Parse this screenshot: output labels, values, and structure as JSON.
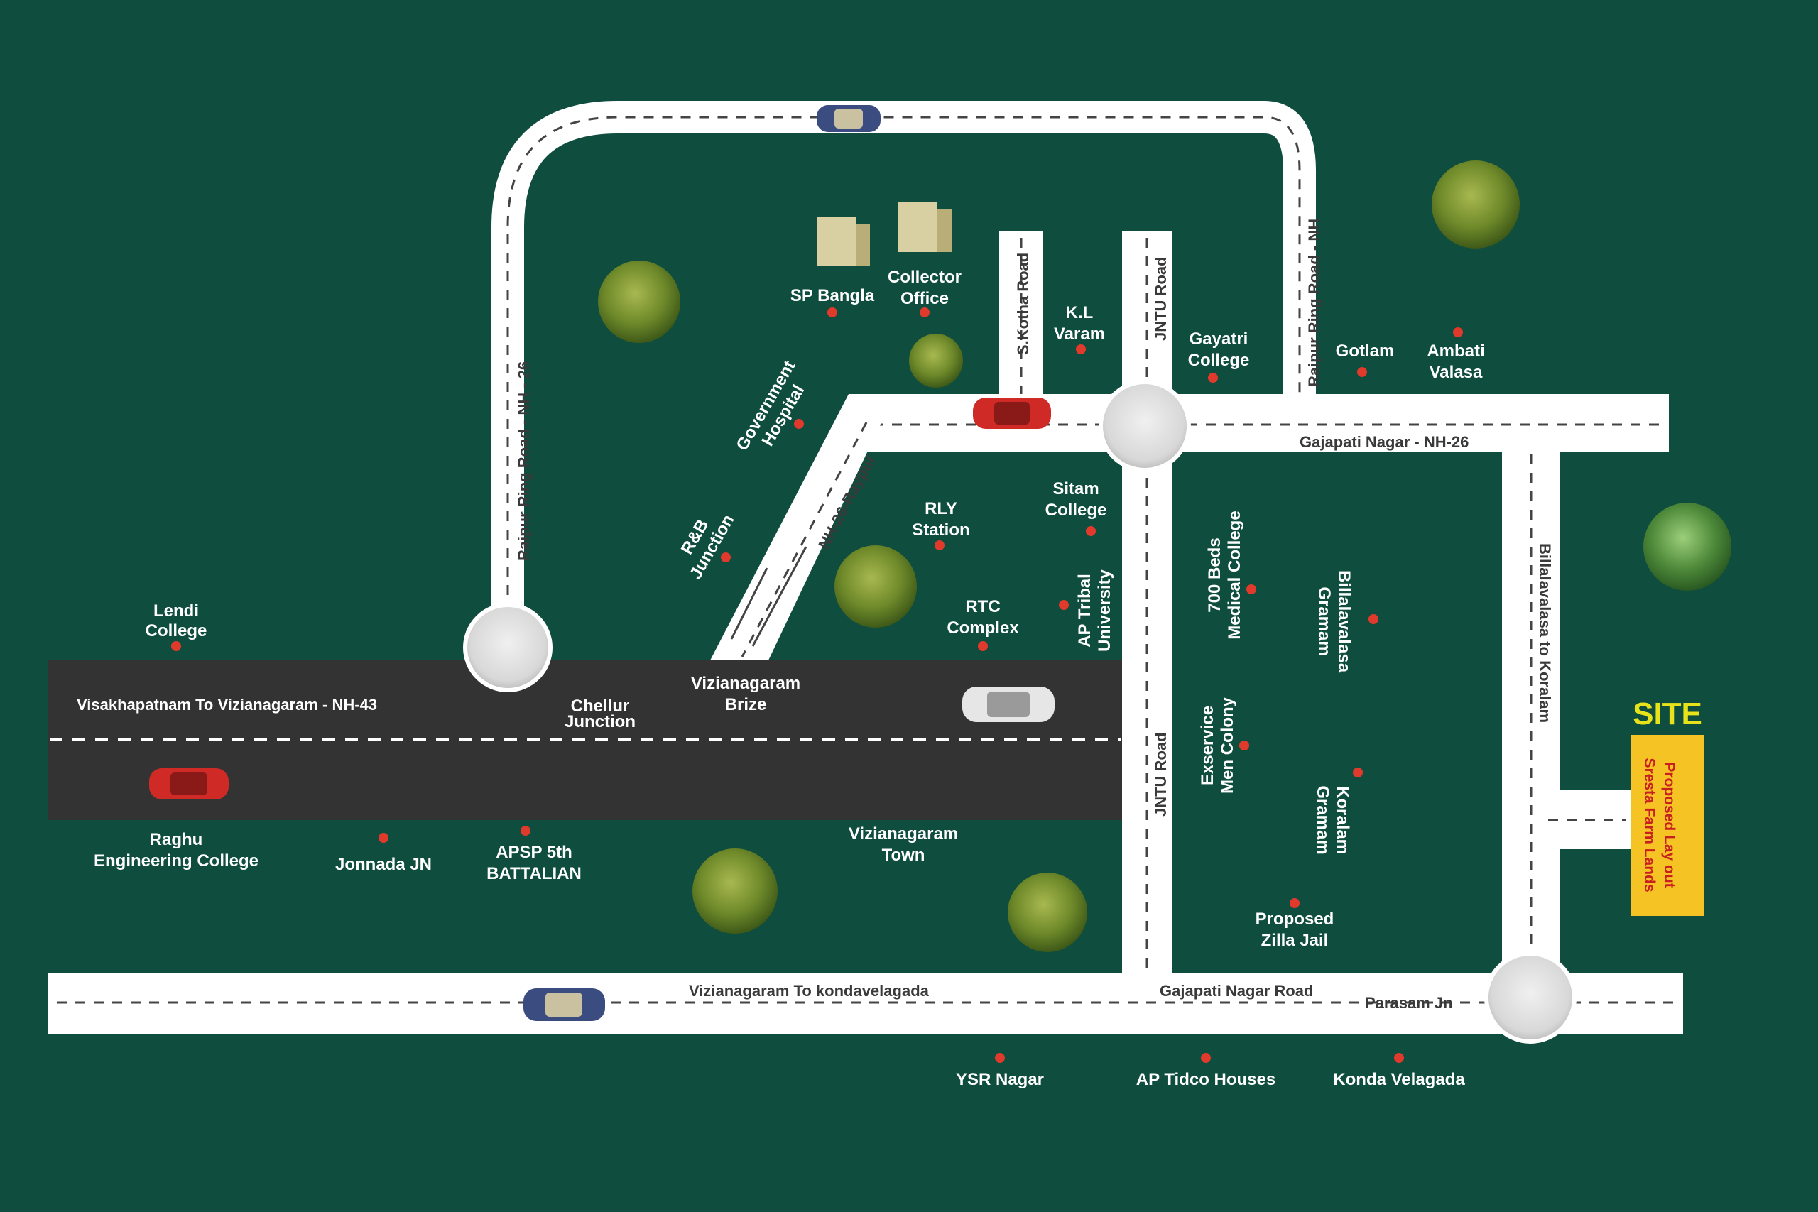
{
  "colors": {
    "background": "#0f4d3e",
    "road": "#ffffff",
    "highway": "#333333",
    "marker": "#e03a2c",
    "site_box": "#f6c325",
    "site_text": "#c8201e",
    "site_title": "#e8e21a"
  },
  "highway": {
    "label": "Visakhapatnam To Vizianagaram - NH-43"
  },
  "roads": {
    "raipur_ring_left": "Raipur Ring Road - NH - 26",
    "raipur_ring_right": "Raipur Ring Road - NH",
    "s_kotha": "S.Kotha Road",
    "jntu_top": "JNTU Road",
    "jntu_bottom": "JNTU Road",
    "nh26_raypur": "NH-26-Raypur",
    "gajapati_nh26": "Gajapati Nagar - NH-26",
    "billalavalasa": "Billalavalasa to Koralam",
    "vizianagaram_kondavelagada": "Vizianagaram To kondavelagada",
    "gajapati_nagar_road": "Gajapati Nagar Road",
    "parasam": "Parasam Jn"
  },
  "places": {
    "lendi_1": "Lendi",
    "lendi_2": "College",
    "sp_bangla": "SP Bangla",
    "collector_1": "Collector",
    "collector_2": "Office",
    "kl_1": "K.L",
    "kl_2": "Varam",
    "gayatri_1": "Gayatri",
    "gayatri_2": "College",
    "gotlam": "Gotlam",
    "ambati_1": "Ambati",
    "ambati_2": "Valasa",
    "govt_1": "Government",
    "govt_2": "Hospital",
    "rb_1": "R&B",
    "rb_2": "Junction",
    "rly_1": "RLY",
    "rly_2": "Station",
    "sitam_1": "Sitam",
    "sitam_2": "College",
    "rtc_1": "RTC",
    "rtc_2": "Complex",
    "tribal_1": "AP Tribal",
    "tribal_2": "University",
    "medical_1": "700 Beds",
    "medical_2": "Medical College",
    "billa_gramam_1": "Billalavalasa",
    "billa_gramam_2": "Gramam",
    "chellur_1": "Chellur",
    "chellur_2": "Junction",
    "brize_1": "Vizianagaram",
    "brize_2": "Brize",
    "exservice_1": "Exservice",
    "exservice_2": "Men Colony",
    "koralam_1": "Koralam",
    "koralam_2": "Gramam",
    "raghu_1": "Raghu",
    "raghu_2": "Engineering College",
    "jonnada": "Jonnada JN",
    "apsp_1": "APSP 5th",
    "apsp_2": "BATTALIAN",
    "town_1": "Vizianagaram",
    "town_2": "Town",
    "jail_1": "Proposed",
    "jail_2": "Zilla Jail",
    "ysr": "YSR Nagar",
    "tidco": "AP Tidco Houses",
    "konda": "Konda Velagada"
  },
  "site": {
    "title": "SITE",
    "line1": "Proposed Lay out",
    "line2": "Sresta Farm Lands"
  }
}
